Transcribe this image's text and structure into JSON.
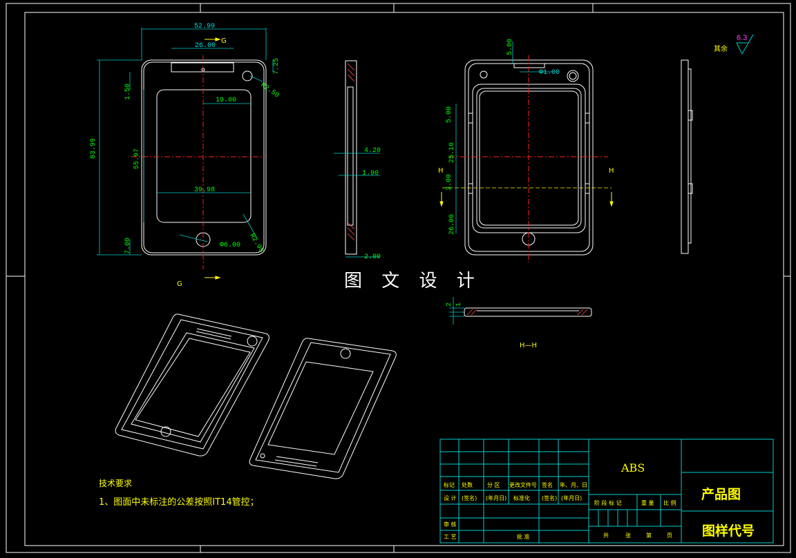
{
  "watermark": "图 文 设 计",
  "roughness": {
    "label": "其余",
    "value": "6.3"
  },
  "front_view_dims": {
    "width_overall": "52.99",
    "slot_width": "26.00",
    "height_overall": "83.99",
    "top_offset": "1.50",
    "inner_height": "55.97",
    "bottom_offset": "7.00",
    "center_to_side": "19.00",
    "inner_width": "39.98",
    "top_edge": "7.25",
    "corner_radius_top": "R2.50",
    "corner_radius_bottom": "R2.98",
    "hole_dia": "Φ6.00",
    "section_label": "G"
  },
  "side_view_dims": {
    "thick_a": "4.20",
    "thick_b": "1.90",
    "thick_c": "2.00"
  },
  "back_view_dims": {
    "top": "5.00",
    "top_hole": "Φ1.00",
    "seg_a": "5.00",
    "seg_b": "25.10",
    "seg_c": "3.00",
    "seg_d": "26.00",
    "section_label": "H"
  },
  "section_view": {
    "dim_a": "2",
    "dim_b": "1",
    "title": "H—H"
  },
  "tech_requirements": {
    "title": "技术要求",
    "items": [
      "1、图面中未标注的公差按照IT14管控；"
    ]
  },
  "title_block": {
    "material": "ABS",
    "product_name": "产品图",
    "drawing_code": "图样代号",
    "headers": [
      "标记",
      "处数",
      "分 区",
      "更改文件号",
      "签名",
      "年、月、日"
    ],
    "row_design": [
      "设 计",
      "(签名)",
      "(年月日)",
      "标准化",
      "(签名)",
      "(年月日)"
    ],
    "stage_headers": [
      "阶 段 标 记",
      "重 量",
      "比 例"
    ],
    "row_review": "审 核",
    "row_process": "工 艺",
    "row_approve": "批 准",
    "sheet_info": [
      "共",
      "张",
      "第",
      "页"
    ]
  }
}
